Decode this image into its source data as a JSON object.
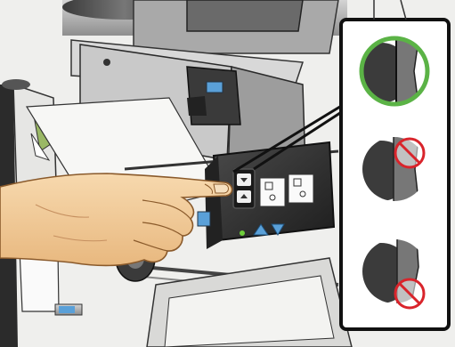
{
  "illustration": {
    "subject": "printer-take-up-reel-switch",
    "colors": {
      "paper": "#f4f4f2",
      "metal_dark": "#2b2b2b",
      "metal_mid": "#6e6e6e",
      "metal_light": "#bdbdbd",
      "accent_blue": "#5aa0d8",
      "skin": "#f2cfa0",
      "skin_outline": "#8a5a2b",
      "ok_green": "#5bb346",
      "no_red": "#d9242b"
    }
  },
  "callout": {
    "panels": [
      {
        "state": "correct",
        "indicator": "check-circle"
      },
      {
        "state": "incorrect",
        "indicator": "prohibited-sign"
      },
      {
        "state": "incorrect",
        "indicator": "prohibited-sign"
      }
    ]
  }
}
